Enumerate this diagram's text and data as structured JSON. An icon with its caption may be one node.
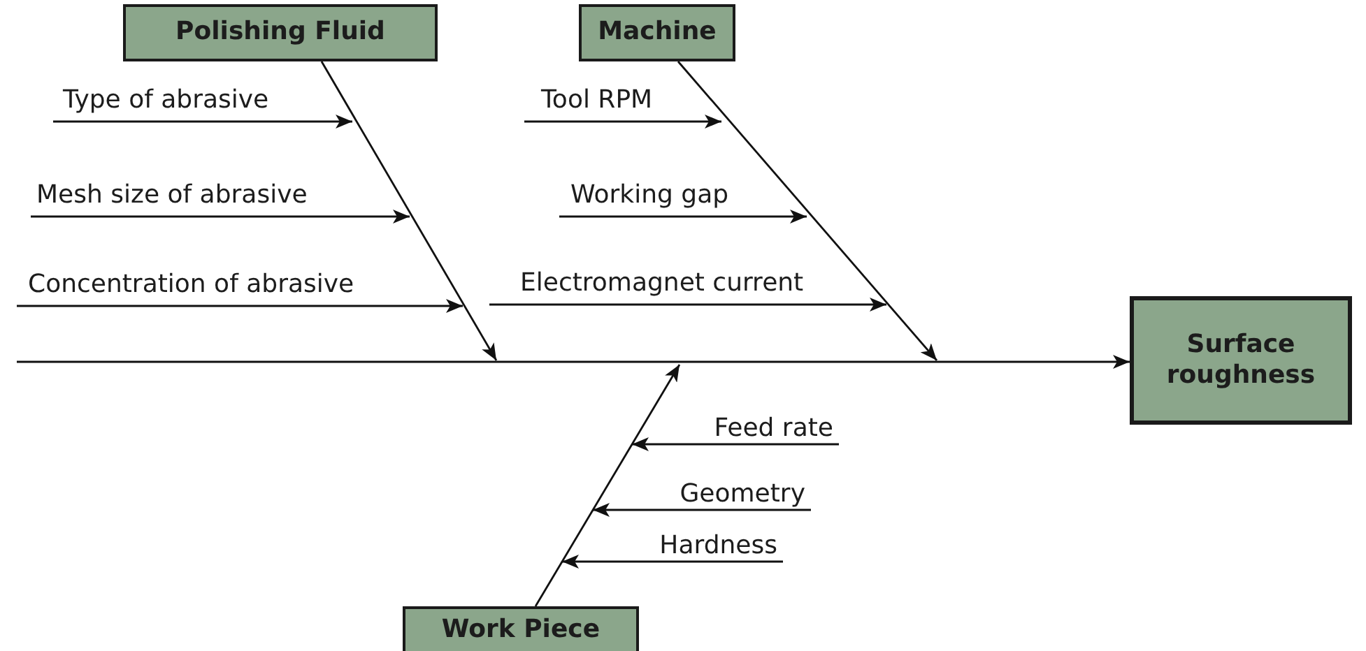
{
  "diagram": {
    "nodes": [
      {
        "text": [
          "Polishing Fluid"
        ]
      },
      {
        "text": [
          "Machine"
        ]
      },
      {
        "text": [
          "Work Piece"
        ]
      },
      {
        "text": [
          "Surface roughness"
        ]
      },
      {
        "text": [
          "Type of abrasive"
        ]
      },
      {
        "text": [
          "Mesh size of abrasive"
        ]
      },
      {
        "text": [
          "Concentration of abrasive"
        ]
      },
      {
        "text": [
          "Tool RPM"
        ]
      },
      {
        "text": [
          "Working gap"
        ]
      },
      {
        "text": [
          "Electromagnet current"
        ]
      },
      {
        "text": [
          "Feed rate"
        ]
      },
      {
        "text": [
          "Geometry"
        ]
      },
      {
        "text": [
          "Hardness"
        ]
      }
    ],
    "edges": [
      {
        "from": null,
        "to": 3,
        "arrow": "to"
      },
      {
        "from": 0,
        "to": null,
        "arrow": "to"
      },
      {
        "from": 1,
        "to": null,
        "arrow": "to"
      },
      {
        "from": 2,
        "to": null,
        "arrow": "to"
      },
      {
        "from": 4,
        "to": null,
        "arrow": "to"
      },
      {
        "from": 5,
        "to": null,
        "arrow": "to"
      },
      {
        "from": 6,
        "to": null,
        "arrow": "to"
      },
      {
        "from": 7,
        "to": null,
        "arrow": "to"
      },
      {
        "from": 8,
        "to": null,
        "arrow": "to"
      },
      {
        "from": 9,
        "to": null,
        "arrow": "to"
      },
      {
        "from": 10,
        "to": null,
        "arrow": "to"
      },
      {
        "from": 11,
        "to": null,
        "arrow": "to"
      },
      {
        "from": 12,
        "to": null,
        "arrow": "to"
      }
    ]
  }
}
